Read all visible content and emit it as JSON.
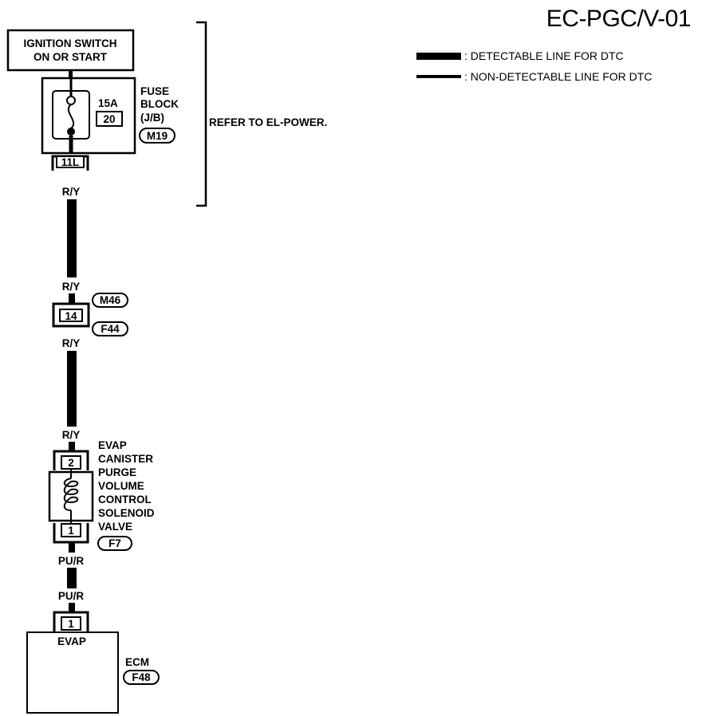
{
  "page_title": "EC-PGC/V-01",
  "legend": [
    {
      "style": "thick",
      "label": ": DETECTABLE LINE FOR DTC"
    },
    {
      "style": "thin",
      "label": ": NON-DETECTABLE LINE FOR DTC"
    }
  ],
  "ignition_switch": {
    "line1": "IGNITION SWITCH",
    "line2": "ON OR START"
  },
  "fuse_block": {
    "label_lines": [
      "FUSE",
      "BLOCK",
      "(J/B)"
    ],
    "fuse_rating": "15A",
    "fuse_number": "20",
    "connector_id": "M19",
    "terminal": "11L"
  },
  "refer_note": "REFER TO EL-POWER.",
  "wires": {
    "wire_1_top": "R/Y",
    "wire_1_bottom": "R/Y",
    "wire_2_top": "R/Y",
    "wire_2_bottom": "R/Y",
    "wire_3_top": "PU/R",
    "wire_3_bottom": "PU/R"
  },
  "joint_connector": {
    "terminal": "14",
    "upper_id": "M46",
    "lower_id": "F44"
  },
  "solenoid": {
    "label_lines": [
      "EVAP",
      "CANISTER",
      "PURGE",
      "VOLUME",
      "CONTROL",
      "SOLENOID",
      "VALVE"
    ],
    "terminal_top": "2",
    "terminal_bottom": "1",
    "connector_id": "F7"
  },
  "ecm": {
    "terminal": "1",
    "pin_label": "EVAP",
    "label": "ECM",
    "connector_id": "F48"
  },
  "colors": {
    "ink": "#000000",
    "paper": "#ffffff"
  }
}
